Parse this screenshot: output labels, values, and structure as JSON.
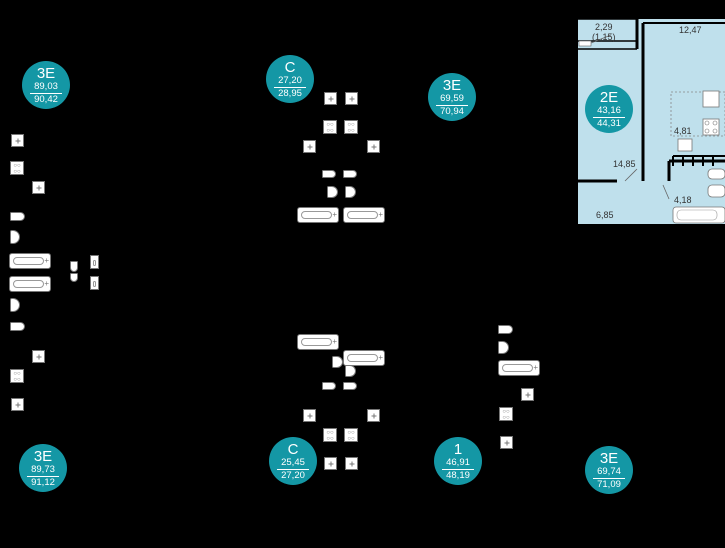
{
  "colors": {
    "background": "#000000",
    "badge": "#1497a5",
    "apartment_fill": "#bfe0ec",
    "wall": "#000000"
  },
  "apartments": [
    {
      "id": "3e-top-left",
      "type": "3Е",
      "area_a": "89,03",
      "area_b": "90,42"
    },
    {
      "id": "c-top",
      "type": "С",
      "area_a": "27,20",
      "area_b": "28,95"
    },
    {
      "id": "3e-top-right",
      "type": "3Е",
      "area_a": "69,59",
      "area_b": "70,94"
    },
    {
      "id": "2e-highlighted",
      "type": "2Е",
      "area_a": "43,16",
      "area_b": "44,31"
    },
    {
      "id": "3e-bottom-left",
      "type": "3Е",
      "area_a": "89,73",
      "area_b": "91,12"
    },
    {
      "id": "c-bottom",
      "type": "С",
      "area_a": "25,45",
      "area_b": "27,20"
    },
    {
      "id": "1-bottom",
      "type": "1",
      "area_a": "46,91",
      "area_b": "48,19"
    },
    {
      "id": "3e-bottom-right",
      "type": "3Е",
      "area_a": "69,74",
      "area_b": "71,09"
    }
  ],
  "plan_2e": {
    "rooms": {
      "balcony": "2,29",
      "balcony_reduced": "(1,15)",
      "kitchen": "12,47",
      "living": "14,85",
      "bathroom": "4,81",
      "toilet": "4,18",
      "hall": "6,85"
    }
  }
}
